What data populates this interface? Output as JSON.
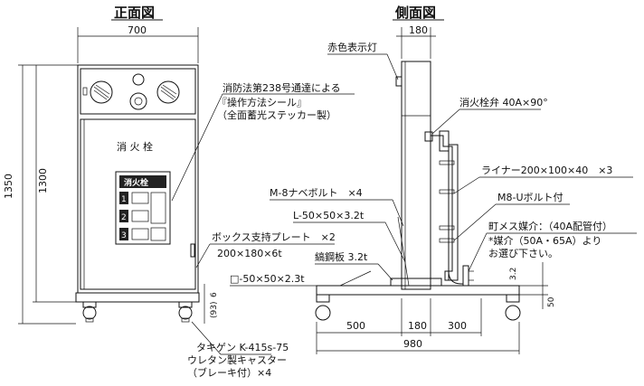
{
  "titles": {
    "front": "正面図",
    "side": "側面図"
  },
  "front": {
    "width_dim": "700",
    "height_outer": "1350",
    "height_inner": "1300",
    "base_dim_6": "6",
    "base_dim_93": "(93)",
    "cabinet_text": "消 火 栓",
    "sign_title": "消火栓",
    "sign_steps": [
      "1",
      "2",
      "3"
    ]
  },
  "side": {
    "width_top": "180",
    "dim_500": "500",
    "dim_180": "180",
    "dim_300": "300",
    "dim_980": "980",
    "dim_32": "3.2",
    "dim_50": "50"
  },
  "labels": {
    "red_lamp": "赤色表示灯",
    "valve": "消火栓弁 40A×90°",
    "liner": "ライナー200×100×40　×3",
    "ubolt": "M8-Uボルト付",
    "nabe_bolt": "M-8ナベボルト　×4",
    "angle": "L-50×50×3.2t",
    "steel_plate": "縞鋼板 3.2t",
    "square_pipe": "□-50×50×2.3t",
    "fire_law_1": "消防法第238号通達による",
    "fire_law_2": "『操作方法シール』",
    "fire_law_3": "（全面蓄光ステッカー製）",
    "box_plate_1": "ボックス支持プレート　×2",
    "box_plate_2": "200×180×6t",
    "coupling_1": "町メス媒介：（40A配管付）",
    "coupling_2": "*媒介（50A・65A）より",
    "coupling_3": "お選び下さい。",
    "caster_1": "タキゲン K-415s-75",
    "caster_2": "ウレタン製キャスター",
    "caster_3": "（ブレーキ付）×4"
  }
}
